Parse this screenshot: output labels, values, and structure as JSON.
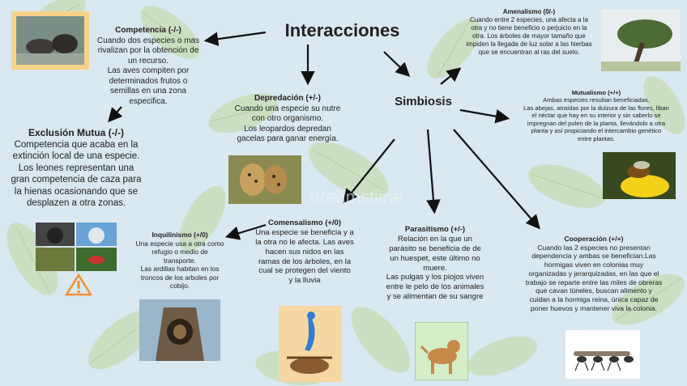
{
  "main_title": "Interacciones",
  "symbiosis_title": "Simbiosis",
  "watermark": "dreamstime",
  "competencia": {
    "title": "Competencia  (-/-)",
    "text": "Cuando dos especies o mas\nrivalizan por la obtención de\nun recurso.\nLas aves compiten por\ndeterminados frutos o\nsemillas en una zona\nespecifica."
  },
  "depredacion": {
    "title": "Depredación  (+/-)",
    "text": "Cuando una especie su nutre\ncon otro organismo.\nLos leopardos depredan\ngacelas para ganar energía."
  },
  "exclusion": {
    "title": "Exclusión Mutua (-/-)",
    "text": "Competencia que acaba en la\nextinción local de una especie.\nLos leones representan una\ngran competencia de caza para\nla hienas ocasionando que se\ndesplazen a otra zonas."
  },
  "amenalismo": {
    "title": "Amenalismo (0/-)",
    "text": "Cuando entre 2 especies, una afecta a la\notra y no tiene beneficio o perjuicio en la\notra. Los árboles de mayor tamaño que\nimpiden la llegada de luz solar a las hierbas\nque se encuentran al ras del suelo."
  },
  "mutualismo": {
    "title": "Mutualismo (+/+)",
    "text": "Ambas especies resultan beneficiadas.\nLas abejas, atraídas por la dulzura de las flores, liban\nel néctar que hay en su interior y sin saberlo se\nimpregnan del polen de la planta, llevándolo a otra\nplanta y así propiciando el intercambio genético\nentre plantas."
  },
  "inquilinismo": {
    "title": "Inquilinismo (+/0)",
    "text": "Una especie usa a otra como\nrefugio o medio de\ntransporte.\nLas ardillas habitan en los\ntroncos de los arboles por\ncobijo."
  },
  "comensalismo": {
    "title": "Comensalismo (+/0)",
    "text": "Una especie se beneficia y a\nla otra no le afecta. Las aves\nhacen sus nidos en las\nramas de los árboles, en la\ncual se protegen del viento\ny la lluvia"
  },
  "parasitismo": {
    "title": "Parasitismo  (+/-)",
    "text": "Relación en la que un\nparásito se beneficia de de\nun huespet, este último no\nmuere.\nLas pulgas y los piojos viven\nentre le pelo de los animales\ny se alimentan de su sangre"
  },
  "cooperacion": {
    "title": "Cooperación (+/+)",
    "text": "Cuando las 2 especies no presentan\ndependencia y ambas se benefician.Las\nhormigas viven en colonias muy\norganizadas y jerarquizadas, en las que el\ntrabajo se reparte entre las miles de obreras\nque cavan túneles, buscan alimento y\ncuidan a la hormiga reina, única capaz de\nponer huevos y mantener viva la colonia."
  },
  "colors": {
    "background": "#d9e8f1",
    "leaf": "#c7dcb3",
    "leaf_dark": "#a9c98f",
    "text": "#222222",
    "arrow": "#111111"
  }
}
